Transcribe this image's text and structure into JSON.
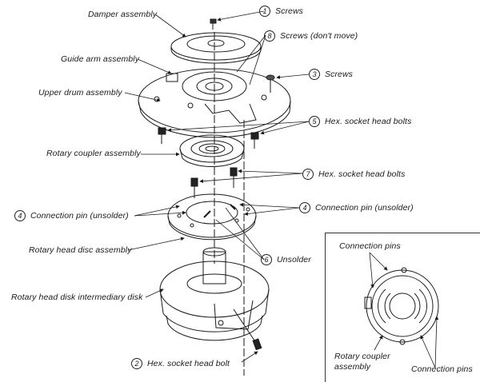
{
  "labels": {
    "damper": "Damper assembly",
    "guide_arm": "Guide arm assembly",
    "upper_drum": "Upper drum assembly",
    "rotary_coupler": "Rotary coupler assembly",
    "connection_pin_left": "Connection pin (unsolder)",
    "rotary_head_disc": "Rotary head disc assembly",
    "rotary_head_intermediary": "Rotary head disk intermediary disk",
    "hex_bolt_bottom": "Hex. socket head bolt",
    "screws_1": "Screws",
    "screws_8": "Screws (don't move)",
    "screws_3": "Screws",
    "hex_bolts_5": "Hex. socket head bolts",
    "hex_bolts_7": "Hex. socket head bolts",
    "connection_pin_right": "Connection pin (unsolder)",
    "unsolder_6": "Unsolder"
  },
  "callout_numbers": {
    "n1": "1",
    "n2": "2",
    "n3": "3",
    "n4a": "4",
    "n4b": "4",
    "n5": "5",
    "n6": "6",
    "n7": "7",
    "n8": "8"
  },
  "inset": {
    "connection_pins_top": "Connection pins",
    "rotary_coupler_line1": "Rotary coupler",
    "rotary_coupler_line2": "assembly",
    "connection_pins_bottom": "Connection pins"
  }
}
